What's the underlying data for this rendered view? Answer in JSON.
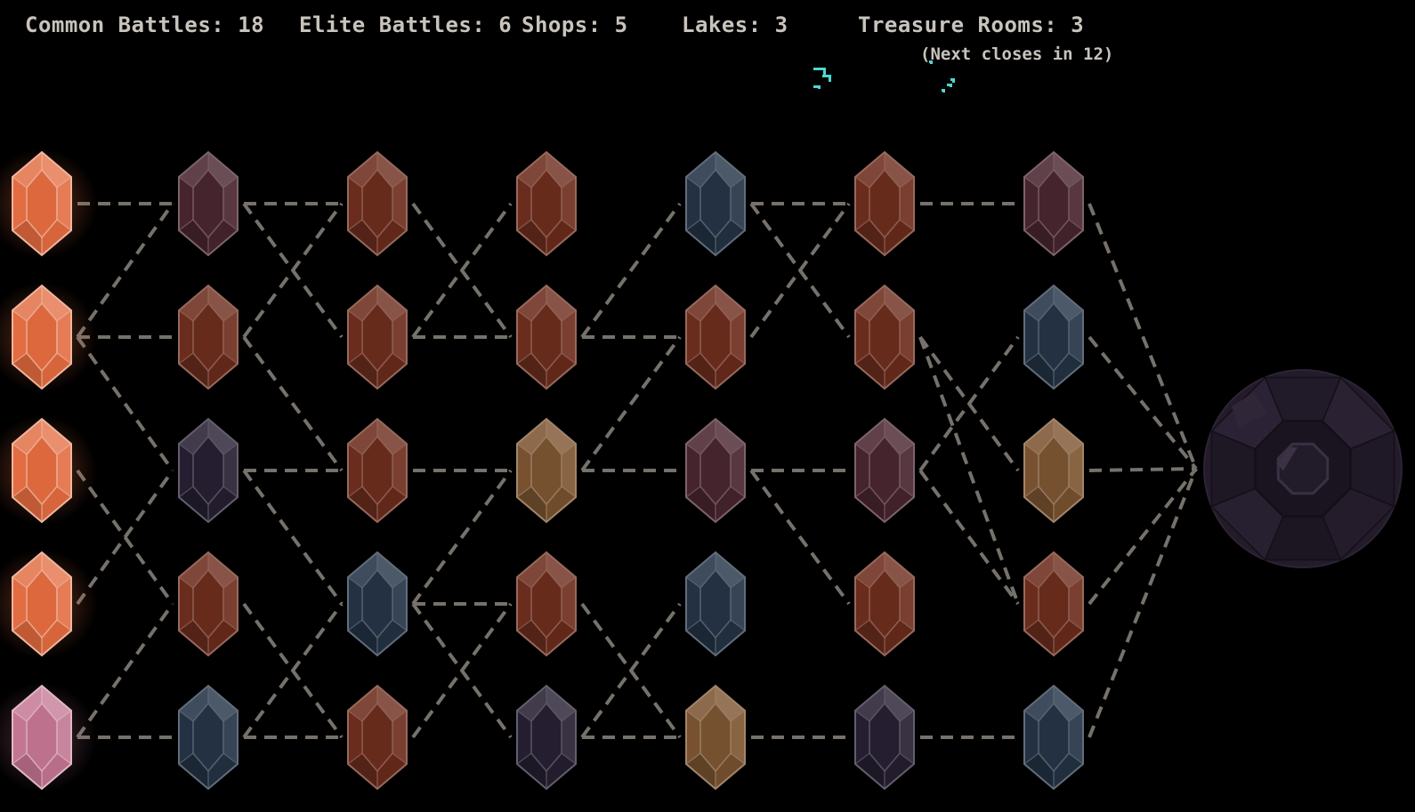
{
  "hud": {
    "common_battles": {
      "label": "Common Battles:",
      "value": "18"
    },
    "elite_battles": {
      "label": "Elite Battles:",
      "value": "6"
    },
    "shops": {
      "label": "Shops:",
      "value": "5"
    },
    "lakes": {
      "label": "Lakes:",
      "value": "3"
    },
    "treasure_rooms": {
      "label": "Treasure Rooms:",
      "value": "3"
    },
    "next_closes": "(Next closes in 12)"
  },
  "colors": {
    "active": "#e16a3e",
    "active_special": "#c27390",
    "battle": "#6e2e1e",
    "elite": "#4a2630",
    "shop": "#7e5632",
    "lake": "#253447",
    "treasure": "#272033",
    "boss": "#231b2a",
    "path": "#76716a",
    "sparkle": "#4fd6d0"
  },
  "map": {
    "columns": [
      [
        "active",
        "active",
        "active",
        "active",
        "active_special"
      ],
      [
        "elite",
        "battle",
        "treasure",
        "battle",
        "lake"
      ],
      [
        "battle",
        "battle",
        "battle",
        "lake",
        "battle"
      ],
      [
        "battle",
        "battle",
        "shop",
        "battle",
        "treasure"
      ],
      [
        "lake",
        "battle",
        "elite",
        "lake",
        "shop"
      ],
      [
        "battle",
        "battle",
        "elite",
        "battle",
        "treasure"
      ],
      [
        "elite",
        "lake",
        "shop",
        "battle",
        "lake"
      ]
    ],
    "edges": [
      [
        0,
        0,
        1,
        0
      ],
      [
        0,
        1,
        1,
        0
      ],
      [
        0,
        1,
        1,
        1
      ],
      [
        0,
        1,
        1,
        2
      ],
      [
        0,
        2,
        1,
        3
      ],
      [
        0,
        3,
        1,
        2
      ],
      [
        0,
        4,
        1,
        3
      ],
      [
        0,
        4,
        1,
        4
      ],
      [
        1,
        0,
        2,
        0
      ],
      [
        1,
        0,
        2,
        1
      ],
      [
        1,
        1,
        2,
        0
      ],
      [
        1,
        1,
        2,
        2
      ],
      [
        1,
        2,
        2,
        2
      ],
      [
        1,
        2,
        2,
        3
      ],
      [
        1,
        3,
        2,
        4
      ],
      [
        1,
        4,
        2,
        3
      ],
      [
        1,
        4,
        2,
        4
      ],
      [
        2,
        0,
        3,
        1
      ],
      [
        2,
        1,
        3,
        0
      ],
      [
        2,
        1,
        3,
        1
      ],
      [
        2,
        2,
        3,
        2
      ],
      [
        2,
        3,
        3,
        2
      ],
      [
        2,
        3,
        3,
        3
      ],
      [
        2,
        3,
        3,
        4
      ],
      [
        2,
        4,
        3,
        3
      ],
      [
        3,
        1,
        4,
        0
      ],
      [
        3,
        1,
        4,
        1
      ],
      [
        3,
        2,
        4,
        1
      ],
      [
        3,
        2,
        4,
        2
      ],
      [
        3,
        3,
        4,
        4
      ],
      [
        3,
        4,
        4,
        3
      ],
      [
        3,
        4,
        4,
        4
      ],
      [
        4,
        0,
        5,
        0
      ],
      [
        4,
        0,
        5,
        1
      ],
      [
        4,
        1,
        5,
        0
      ],
      [
        4,
        2,
        5,
        2
      ],
      [
        4,
        2,
        5,
        3
      ],
      [
        4,
        4,
        5,
        4
      ],
      [
        5,
        0,
        6,
        0
      ],
      [
        5,
        1,
        6,
        2
      ],
      [
        5,
        1,
        6,
        3
      ],
      [
        5,
        2,
        6,
        1
      ],
      [
        5,
        2,
        6,
        3
      ],
      [
        5,
        4,
        6,
        4
      ],
      [
        6,
        0,
        7,
        0
      ],
      [
        6,
        1,
        7,
        0
      ],
      [
        6,
        2,
        7,
        0
      ],
      [
        6,
        3,
        7,
        0
      ],
      [
        6,
        4,
        7,
        0
      ]
    ]
  }
}
